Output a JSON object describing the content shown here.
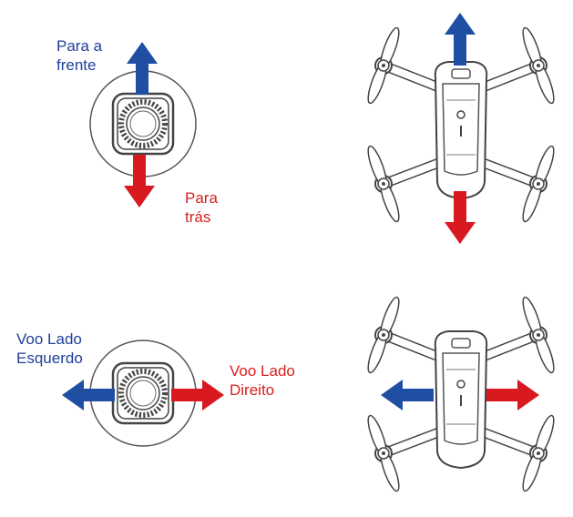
{
  "colors": {
    "forward": "#1f4ea3",
    "backward": "#d8191f",
    "stroke": "#3a3a3a"
  },
  "top": {
    "forward_line1": "Para a",
    "forward_line2": "frente",
    "backward_line1": "Para",
    "backward_line2": "trás"
  },
  "bottom": {
    "left_line1": "Voo Lado",
    "left_line2": "Esquerdo",
    "right_line1": "Voo Lado",
    "right_line2": "Direito"
  },
  "icons": [
    "joystick-icon",
    "drone-icon",
    "arrow-up-icon",
    "arrow-down-icon",
    "arrow-left-icon",
    "arrow-right-icon"
  ]
}
